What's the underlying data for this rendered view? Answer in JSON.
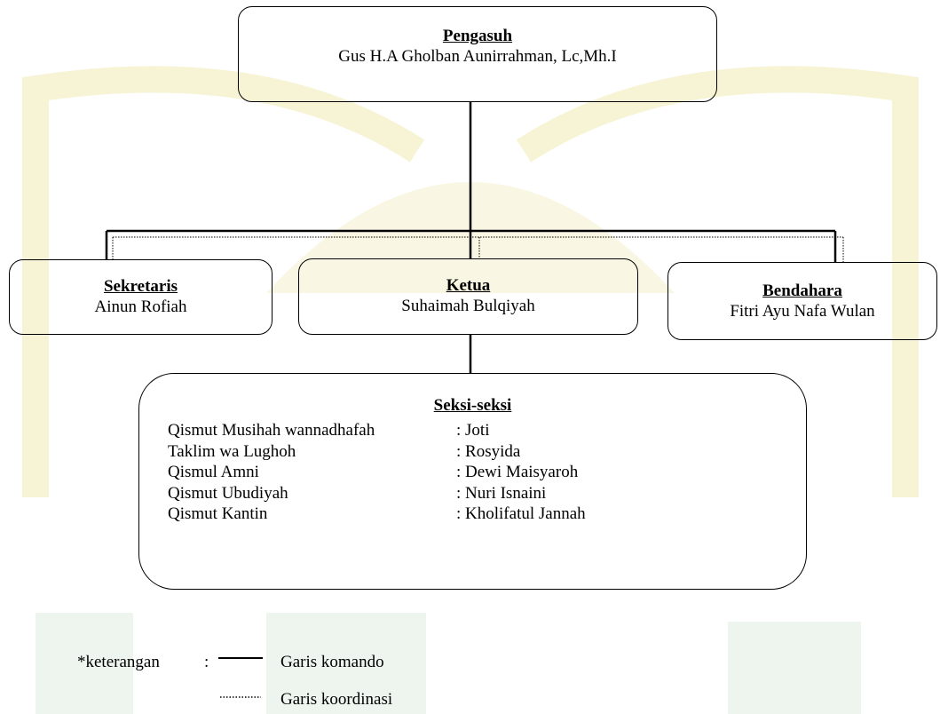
{
  "watermark_color": "#f7f4d6",
  "watermark_green": "#eef5ee",
  "boxes": {
    "pengasuh": {
      "title": "Pengasuh",
      "name": "Gus H.A Gholban Aunirrahman, Lc,Mh.I"
    },
    "sekretaris": {
      "title": "Sekretaris",
      "name": "Ainun Rofiah"
    },
    "ketua": {
      "title": "Ketua",
      "name": "Suhaimah Bulqiyah"
    },
    "bendahara": {
      "title": "Bendahara",
      "name": "Fitri Ayu Nafa Wulan"
    }
  },
  "seksi": {
    "title": "Seksi-seksi",
    "items": [
      {
        "name": "Qismut Musihah wannadhafah",
        "person": ": Joti"
      },
      {
        "name": "Taklim wa Lughoh",
        "person": ": Rosyida"
      },
      {
        "name": "Qismul Amni",
        "person": ": Dewi Maisyaroh"
      },
      {
        "name": "Qismut Ubudiyah",
        "person": ": Nuri Isnaini"
      },
      {
        "name": "Qismut Kantin",
        "person": ": Kholifatul Jannah"
      }
    ]
  },
  "legend": {
    "prefix": "*keterangan",
    "colon": ":",
    "solid_label": "Garis komando",
    "dotted_label": "Garis koordinasi"
  }
}
